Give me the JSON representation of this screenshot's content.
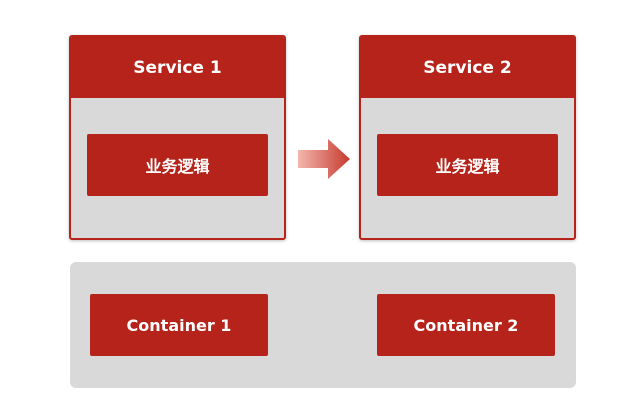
{
  "services": [
    {
      "title": "Service 1",
      "logic_label": "业务逻辑"
    },
    {
      "title": "Service 2",
      "logic_label": "业务逻辑"
    }
  ],
  "containers": [
    {
      "label": "Container 1"
    },
    {
      "label": "Container 2"
    }
  ],
  "colors": {
    "accent_red": "#b5231a",
    "panel_gray": "#d9d9d9",
    "arrow_light": "#f2b7ae",
    "arrow_dark": "#c63a2e"
  },
  "icons": {
    "flow_arrow": "right-arrow-icon"
  }
}
